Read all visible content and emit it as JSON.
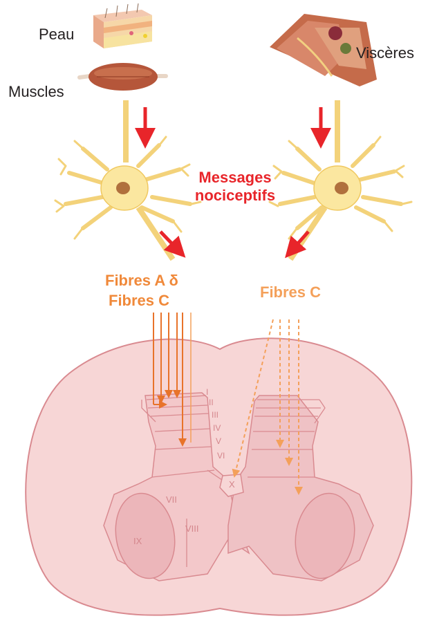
{
  "labels": {
    "peau": "Peau",
    "muscles": "Muscles",
    "visceres": "Viscères",
    "messages_line1": "Messages",
    "messages_line2": "nociceptifs",
    "fibres_a_delta": "Fibres A δ",
    "fibres_c_left": "Fibres C",
    "fibres_c_right": "Fibres C"
  },
  "laminae": [
    "I",
    "II",
    "III",
    "IV",
    "V",
    "VI",
    "X"
  ],
  "regions": {
    "vii": "VII",
    "viii": "VIII",
    "ix": "IX"
  },
  "colors": {
    "arrow_red": "#e8252a",
    "fibre_orange": "#e8732a",
    "fibre_light_orange": "#f4a05a",
    "neuron_fill": "#fbe7a0",
    "neuron_nucleus": "#b0703d",
    "cord_fill": "#f7d6d6",
    "cord_outline": "#d98a90"
  }
}
